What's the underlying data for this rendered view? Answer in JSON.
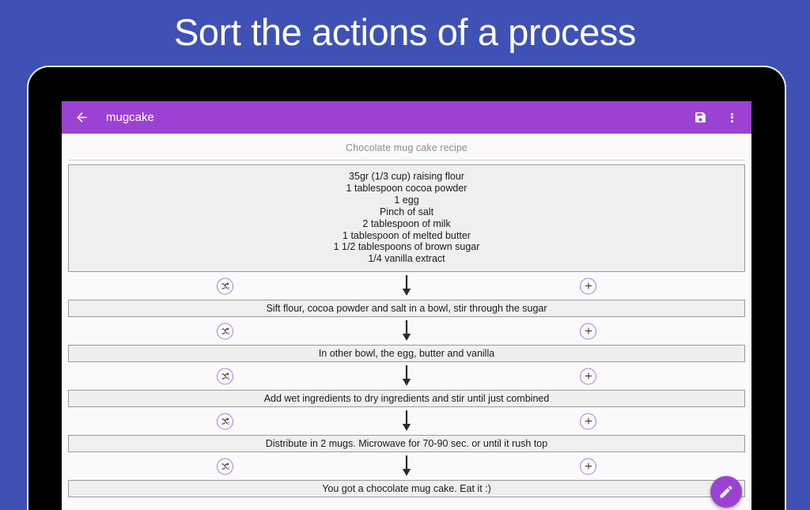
{
  "promo": {
    "headline": "Sort the actions of a process",
    "background_color": "#3f51b5"
  },
  "app": {
    "accent_color": "#9c42d2",
    "app_bar": {
      "back_icon": "back-arrow-icon",
      "title": "mugcake",
      "save_icon": "save-floppy-icon",
      "overflow_icon": "overflow-menu-icon"
    },
    "fab": {
      "icon": "pencil-edit-icon"
    }
  },
  "recipe": {
    "subtitle": "Chocolate mug cake recipe",
    "ingredients": [
      "35gr (1/3 cup) raising flour",
      "1 tablespoon cocoa powder",
      "1 egg",
      "Pinch of salt",
      "2 tablespoon of milk",
      "1 tablespoon of melted butter",
      "1 1/2 tablespoons of brown sugar",
      "1/4 vanilla extract"
    ],
    "steps": [
      "Sift flour, cocoa powder and salt in a bowl, stir through the sugar",
      "In other bowl, the egg, butter and vanilla",
      "Add wet ingredients to dry ingredients and stir until just combined",
      "Distribute in 2 mugs. Microwave for 70-90 sec. or until it rush top",
      "You got a chocolate mug cake. Eat it :)"
    ],
    "connector_controls": {
      "shuffle_icon": "shuffle-icon",
      "add_icon": "plus-icon",
      "flow_icon": "down-arrow-icon"
    }
  }
}
